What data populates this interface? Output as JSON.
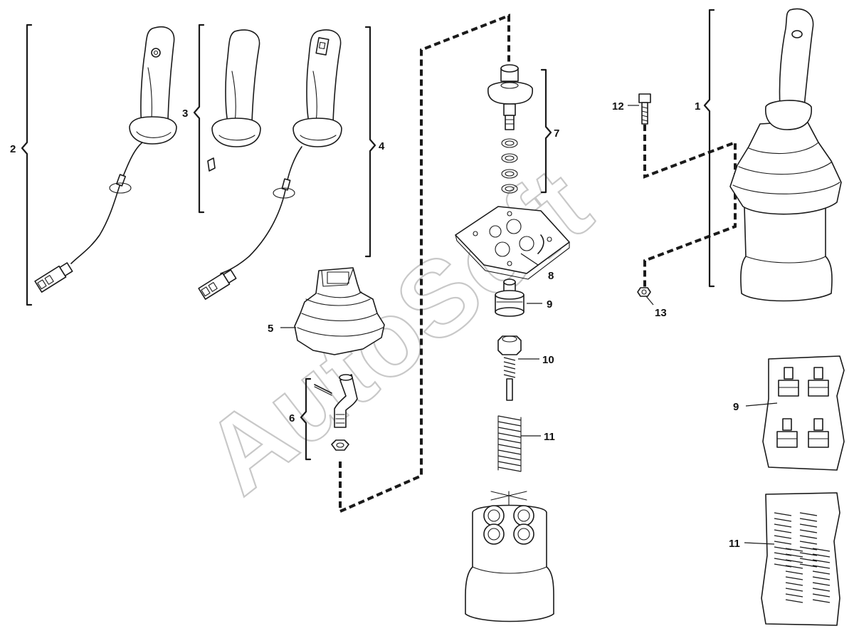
{
  "watermark": "AutoSoft",
  "callouts": {
    "c1": "1",
    "c2": "2",
    "c3": "3",
    "c4": "4",
    "c5": "5",
    "c6": "6",
    "c7": "7",
    "c8": "8",
    "c9a": "9",
    "c10": "10",
    "c11a": "11",
    "c12": "12",
    "c13": "13",
    "c9b": "9",
    "c11b": "11"
  }
}
